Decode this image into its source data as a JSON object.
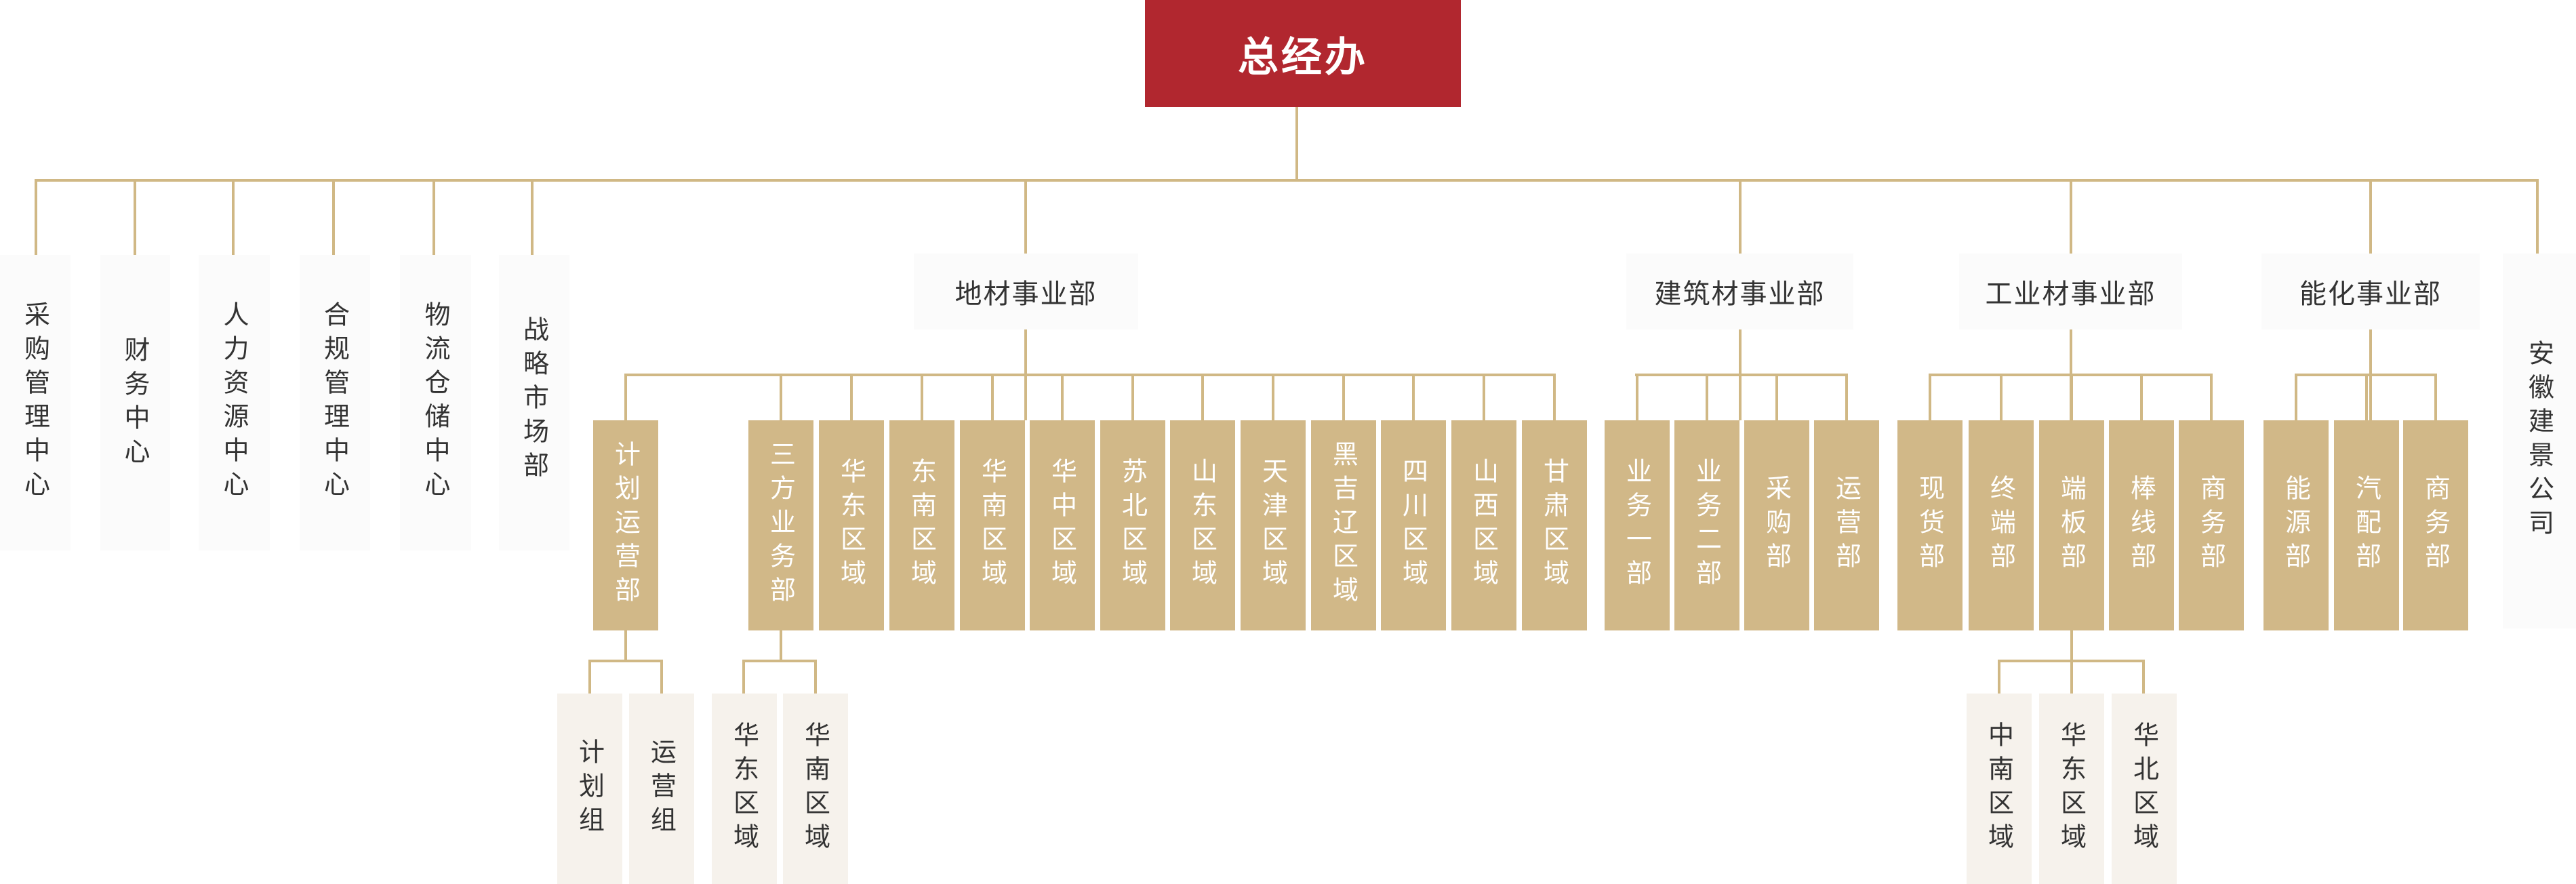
{
  "title": "总经办",
  "centers": [
    "采购管理中心",
    "财务中心",
    "人力资源中心",
    "合规管理中心",
    "物流仓储中心",
    "战略市场部"
  ],
  "divisions": [
    {
      "name": "地材事业部",
      "units": [
        "计划运营部",
        "三方业务部",
        "华东区域",
        "东南区域",
        "华南区域",
        "华中区域",
        "苏北区域",
        "山东区域",
        "天津区域",
        "黑吉辽区域",
        "四川区域",
        "山西区域",
        "甘肃区域"
      ],
      "subs": {
        "计划运营部": [
          "计划组",
          "运营组"
        ],
        "三方业务部": [
          "华东区域",
          "华南区域"
        ]
      }
    },
    {
      "name": "建筑材事业部",
      "units": [
        "业务一部",
        "业务二部",
        "采购部",
        "运营部"
      ]
    },
    {
      "name": "工业材事业部",
      "units": [
        "现货部",
        "终端部",
        "端板部",
        "棒线部",
        "商务部"
      ],
      "subs": {
        "端板部": [
          "中南区域",
          "华东区域",
          "华北区域"
        ]
      }
    },
    {
      "name": "能化事业部",
      "units": [
        "能源部",
        "汽配部",
        "商务部"
      ]
    }
  ],
  "company": "安徽建景公司",
  "colors": {
    "top": "#b1272f",
    "unit": "#d1b888",
    "line": "#d0b885",
    "sub": "#f6f2ec"
  }
}
